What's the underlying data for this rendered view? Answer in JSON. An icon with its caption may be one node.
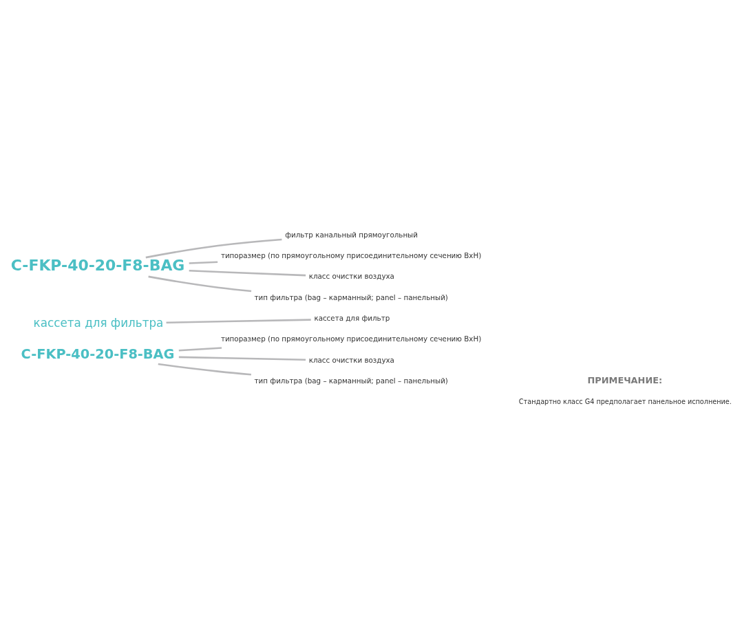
{
  "diagram": {
    "nodes": [
      {
        "text": [
          "C-FKP-40-20-F8-BAG"
        ]
      },
      {
        "text": [
          "фильтр канальный прямоугольный"
        ]
      },
      {
        "text": [
          "типоразмер (по прямоугольному присоединительному сечению BxH)"
        ]
      },
      {
        "text": [
          "класс очистки воздуха"
        ]
      },
      {
        "text": [
          "тип фильтра (bag – карманный; panel – панельный)"
        ]
      },
      {
        "text": [
          "кассета для фильтра"
        ]
      },
      {
        "text": [
          "C-FKP-40-20-F8-BAG"
        ]
      },
      {
        "text": [
          "кассета для фильтр"
        ]
      },
      {
        "text": [
          "типоразмер (по прямоугольному присоединительному сечению BxH)"
        ]
      },
      {
        "text": [
          "класс очистки воздуха"
        ]
      },
      {
        "text": [
          "тип фильтра (bag – карманный; panel – панельный)"
        ]
      }
    ],
    "edges": [
      {
        "from": 0,
        "to": 1,
        "arrow": "none"
      },
      {
        "from": 0,
        "to": 2,
        "arrow": "none"
      },
      {
        "from": 0,
        "to": 3,
        "arrow": "none"
      },
      {
        "from": 0,
        "to": 4,
        "arrow": "none"
      },
      {
        "from": 5,
        "to": 7,
        "arrow": "none"
      },
      {
        "from": 6,
        "to": 8,
        "arrow": "none"
      },
      {
        "from": 6,
        "to": 9,
        "arrow": "none"
      },
      {
        "from": 6,
        "to": 10,
        "arrow": "none"
      }
    ],
    "labels": [
      "ПРИМЕЧАНИЕ:",
      "Стандартно класс G4 предполагает панельное исполнение."
    ]
  }
}
